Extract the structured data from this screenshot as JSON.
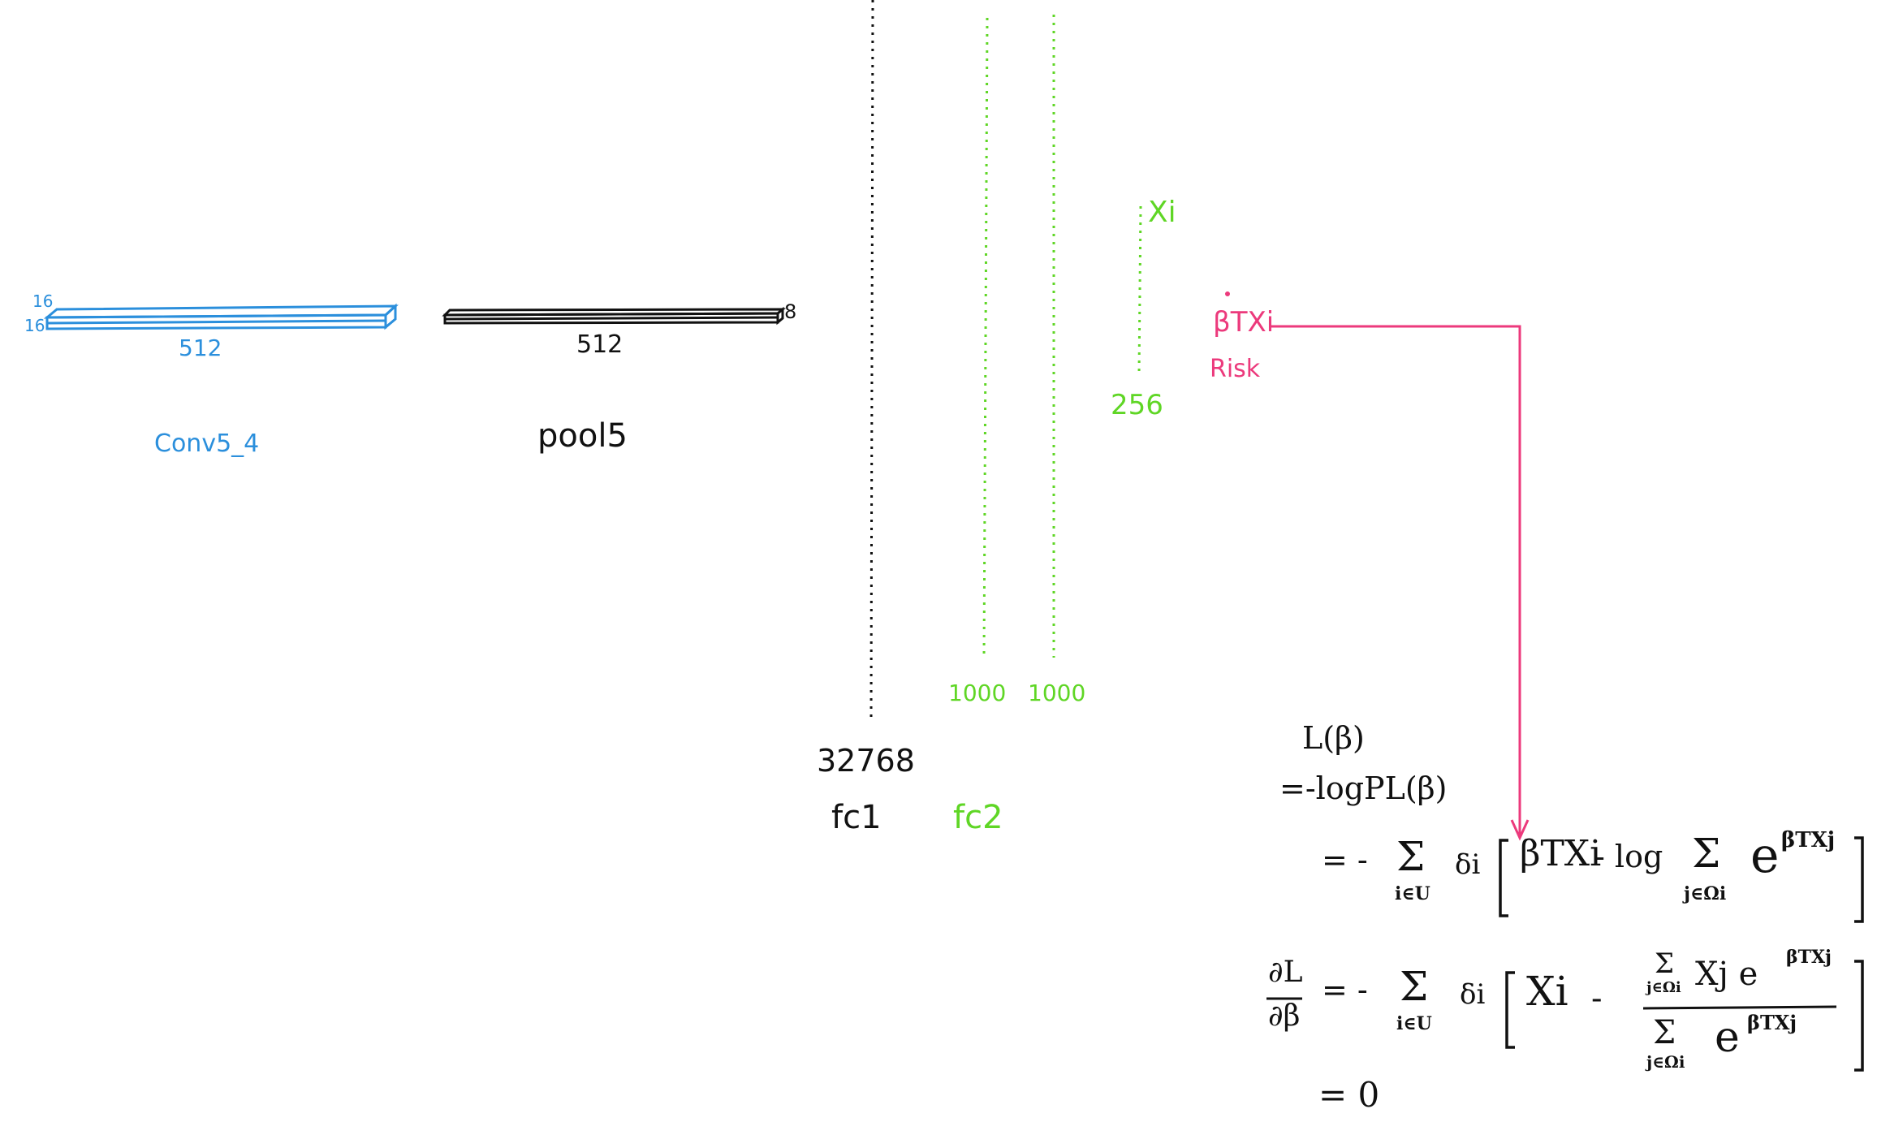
{
  "conv": {
    "depth": "16",
    "height": "16",
    "width": "512",
    "name": "Conv5_4"
  },
  "pool": {
    "width": "512",
    "depth": "8",
    "name": "pool5"
  },
  "fc1": {
    "size": "32768",
    "name": "fc1"
  },
  "fc2": {
    "size_a": "1000",
    "size_b": "1000",
    "name": "fc2"
  },
  "feature": {
    "label": "Xi",
    "size": "256"
  },
  "risk": {
    "formula": "βTXi",
    "label": "Risk"
  },
  "equations": {
    "loss": "L(β)",
    "neg_log_pl": "=-logPL(β)",
    "eq_sign": "= -",
    "sum_sub_i": "i∈U",
    "delta": "δi",
    "beta_x": "βTXi",
    "minus_log": "- log",
    "sum_sub_j": "j∈Ωi",
    "exp_term": "e",
    "exp_power": "βTXj",
    "grad": "∂L/∂β",
    "xi": "Xi",
    "minus": "-",
    "num_term": "Xj e",
    "zero": "= 0"
  },
  "colors": {
    "conv": "#2b8fdc",
    "fc2": "#5fd625",
    "risk": "#ec3a7c",
    "xi_grad": "#1f8a4c"
  }
}
